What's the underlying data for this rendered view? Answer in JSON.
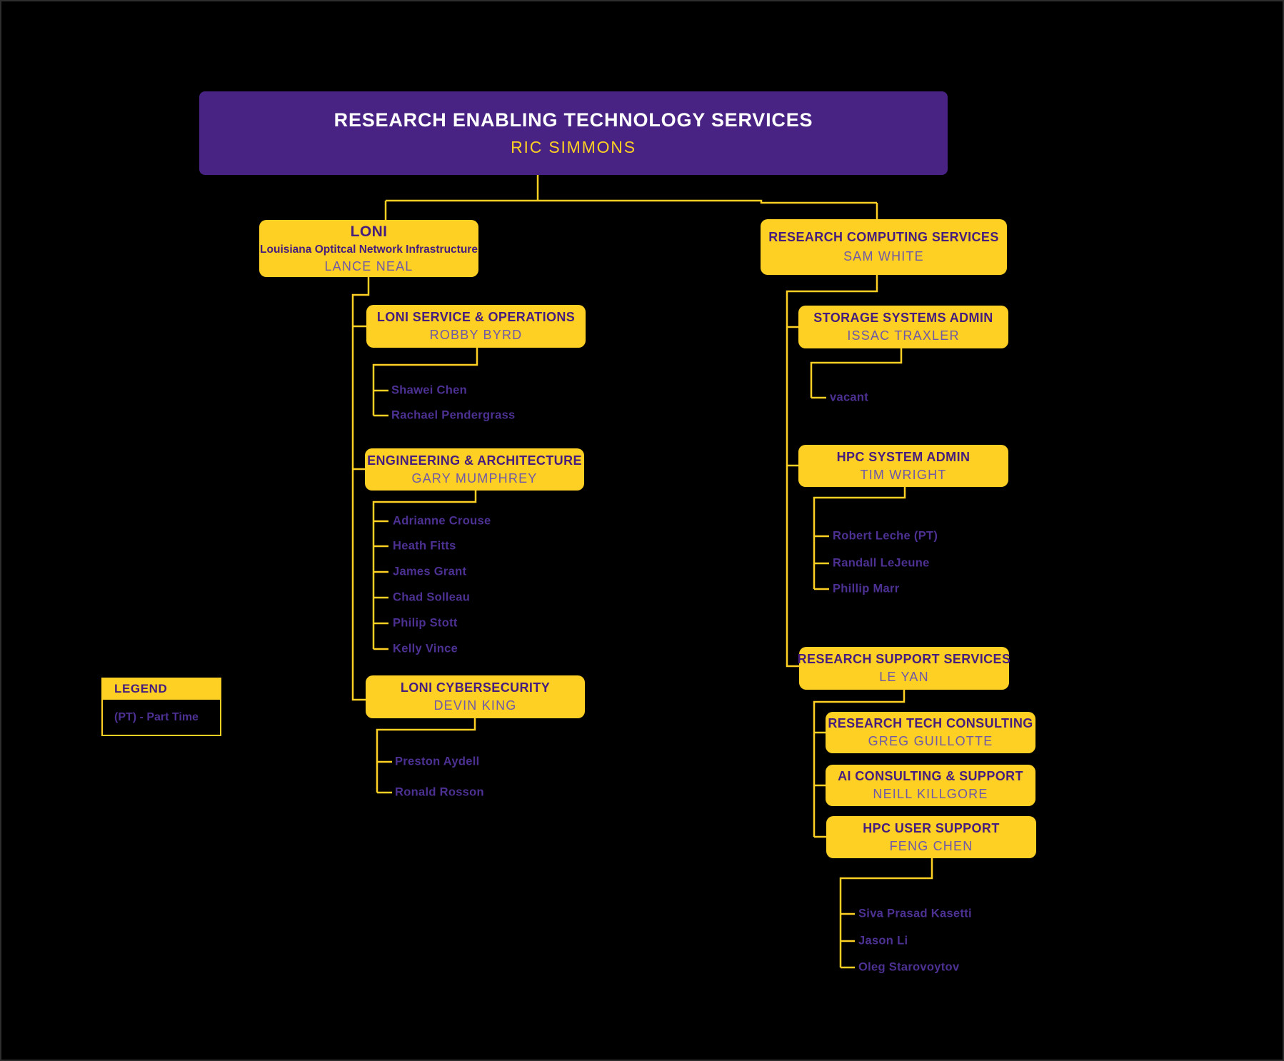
{
  "colors": {
    "background": "#000000",
    "header_purple": "#482383",
    "gold": "#FDD023",
    "header_title_text": "#FFFFFF",
    "box_title_text": "#461D7C",
    "box_person_text": "#6F58A8",
    "staff_name_text": "#4C3193"
  },
  "root": {
    "title": "RESEARCH ENABLING TECHNOLOGY SERVICES",
    "name": "RIC SIMMONS"
  },
  "nodes": {
    "loni": {
      "title": "LONI",
      "subtitle": "Louisiana Optitcal Network Infrastructure",
      "name": "LANCE NEAL"
    },
    "loni_ops": {
      "title": "LONI SERVICE & OPERATIONS",
      "name": "ROBBY BYRD"
    },
    "eng_arch": {
      "title": "ENGINEERING & ARCHITECTURE",
      "name": "GARY MUMPHREY"
    },
    "loni_cyber": {
      "title": "LONI CYBERSECURITY",
      "name": "DEVIN KING"
    },
    "rcs": {
      "title": "RESEARCH COMPUTING SERVICES",
      "name": "SAM WHITE"
    },
    "storage": {
      "title": "STORAGE SYSTEMS ADMIN",
      "name": "ISSAC TRAXLER"
    },
    "hpc_admin": {
      "title": "HPC SYSTEM ADMIN",
      "name": "TIM WRIGHT"
    },
    "rss": {
      "title": "RESEARCH SUPPORT SERVICES",
      "name": "LE YAN"
    },
    "rtc": {
      "title": "RESEARCH TECH CONSULTING",
      "name": "GREG GUILLOTTE"
    },
    "ai": {
      "title": "AI CONSULTING & SUPPORT",
      "name": "NEILL KILLGORE"
    },
    "hpc_user": {
      "title": "HPC USER SUPPORT",
      "name": "FENG CHEN"
    }
  },
  "staff": {
    "loni_ops": [
      "Shawei Chen",
      "Rachael Pendergrass"
    ],
    "eng_arch": [
      "Adrianne Crouse",
      "Heath Fitts",
      "James Grant",
      "Chad Solleau",
      "Philip Stott",
      "Kelly Vince"
    ],
    "loni_cyber": [
      "Preston Aydell",
      "Ronald Rosson"
    ],
    "storage": [
      "vacant"
    ],
    "hpc_admin": [
      "Robert Leche (PT)",
      "Randall LeJeune",
      "Phillip Marr"
    ],
    "hpc_user": [
      "Siva Prasad Kasetti",
      "Jason Li",
      "Oleg Starovoytov"
    ]
  },
  "legend": {
    "title": "LEGEND",
    "entry": "(PT) - Part Time"
  }
}
